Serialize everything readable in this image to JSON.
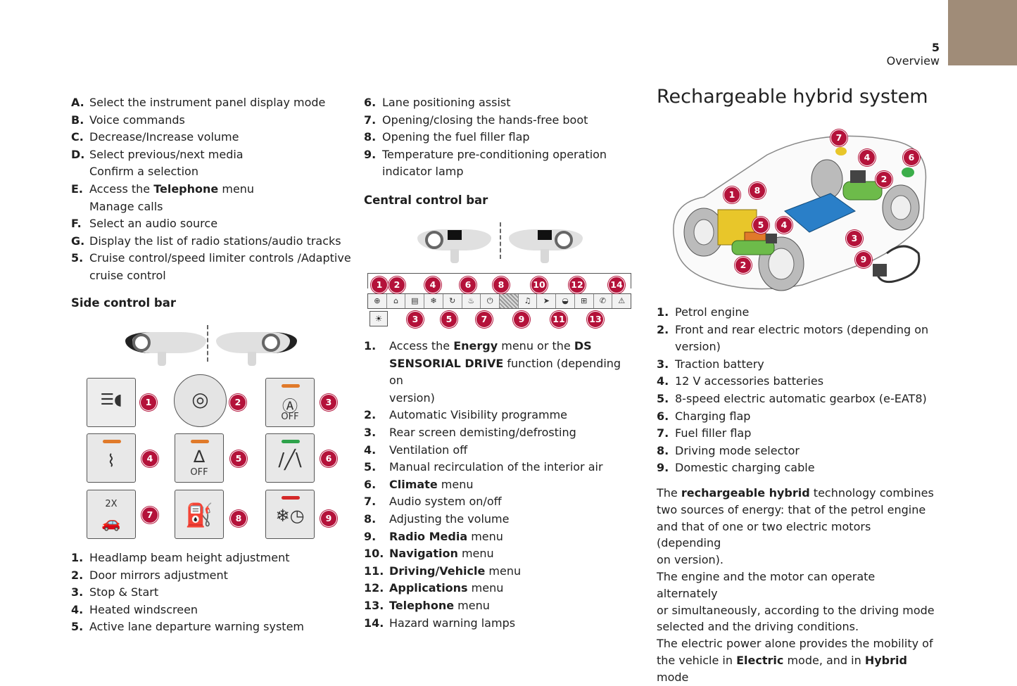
{
  "header": {
    "page_number": "5",
    "section": "Overview"
  },
  "steering_list": [
    {
      "marker": "A.",
      "text": "Select the instrument panel display mode"
    },
    {
      "marker": "B.",
      "text": "Voice commands"
    },
    {
      "marker": "C.",
      "text": "Decrease/Increase volume"
    },
    {
      "marker": "D.",
      "text": "Select previous/next media",
      "sub": "Confirm a selection"
    },
    {
      "marker": "E.",
      "pre": "Access the ",
      "bold": "Telephone",
      "post": " menu",
      "sub": "Manage calls"
    },
    {
      "marker": "F.",
      "text": "Select an audio source"
    },
    {
      "marker": "G.",
      "text": "Display the list of radio stations/audio tracks"
    },
    {
      "marker": "5.",
      "text": "Cruise control/speed limiter controls /Adaptive",
      "sub": "cruise control"
    }
  ],
  "side_bar": {
    "heading": "Side control bar",
    "buttons": [
      {
        "n": "1",
        "icon": "headlamp-adjust-icon",
        "label": ""
      },
      {
        "n": "2",
        "icon": "mirror-adjust-icon",
        "label": ""
      },
      {
        "n": "3",
        "icon": "stop-start-icon",
        "label": "OFF",
        "led": "#e07a2a"
      },
      {
        "n": "4",
        "icon": "heated-windscreen-icon",
        "label": "",
        "led": "#e07a2a"
      },
      {
        "n": "5",
        "icon": "lane-departure-icon",
        "label": "OFF",
        "led": "#e07a2a"
      },
      {
        "n": "6",
        "icon": "lane-positioning-icon",
        "label": "",
        "led": "#2ea24a"
      },
      {
        "n": "7",
        "icon": "hands-free-boot-icon",
        "label": "2X"
      },
      {
        "n": "8",
        "icon": "fuel-flap-icon",
        "label": ""
      },
      {
        "n": "9",
        "icon": "preconditioning-icon",
        "label": "",
        "led": "#d42828"
      }
    ],
    "items": [
      {
        "marker": "1.",
        "text": "Headlamp beam height adjustment"
      },
      {
        "marker": "2.",
        "text": "Door mirrors adjustment"
      },
      {
        "marker": "3.",
        "text": "Stop & Start"
      },
      {
        "marker": "4.",
        "text": "Heated windscreen"
      },
      {
        "marker": "5.",
        "text": "Active lane departure warning system"
      }
    ]
  },
  "middle_list": [
    {
      "marker": "6.",
      "text": "Lane positioning assist"
    },
    {
      "marker": "7.",
      "text": "Opening/closing the hands-free boot"
    },
    {
      "marker": "8.",
      "text": "Opening the fuel filler flap"
    },
    {
      "marker": "9.",
      "text": "Temperature pre-conditioning operation",
      "sub": "indicator lamp"
    }
  ],
  "central_bar": {
    "heading": "Central control bar",
    "top_numbers": [
      "1",
      "2",
      "4",
      "6",
      "8",
      "10",
      "12",
      "14"
    ],
    "bottom_numbers": [
      "3",
      "5",
      "7",
      "9",
      "11",
      "13"
    ],
    "items": [
      {
        "marker": "1.",
        "pre": "Access the ",
        "bold": "Energy",
        "post": " menu or the ",
        "bold2": "DS",
        "line2_bold": "SENSORIAL DRIVE",
        "line2": " function (depending on",
        "line3": "version)"
      },
      {
        "marker": "2.",
        "text": "Automatic Visibility programme"
      },
      {
        "marker": "3.",
        "text": "Rear screen demisting/defrosting"
      },
      {
        "marker": "4.",
        "text": "Ventilation off"
      },
      {
        "marker": "5.",
        "text": "Manual recirculation of the interior air"
      },
      {
        "marker": "6.",
        "bold": "Climate",
        "post": " menu"
      },
      {
        "marker": "7.",
        "text": "Audio system on/off"
      },
      {
        "marker": "8.",
        "text": "Adjusting the volume"
      },
      {
        "marker": "9.",
        "bold": "Radio Media",
        "post": " menu"
      },
      {
        "marker": "10.",
        "bold": "Navigation",
        "post": " menu"
      },
      {
        "marker": "11.",
        "bold": "Driving/Vehicle",
        "post": " menu"
      },
      {
        "marker": "12.",
        "bold": "Applications",
        "post": " menu"
      },
      {
        "marker": "13.",
        "bold": "Telephone",
        "post": " menu"
      },
      {
        "marker": "14.",
        "text": "Hazard warning lamps"
      }
    ]
  },
  "hybrid": {
    "title": "Rechargeable hybrid system",
    "callouts": [
      "7",
      "4",
      "6",
      "1",
      "8",
      "2",
      "5",
      "4",
      "3",
      "2",
      "9"
    ],
    "items": [
      {
        "marker": "1.",
        "text": "Petrol engine"
      },
      {
        "marker": "2.",
        "text": "Front and rear electric motors (depending on",
        "sub": "version)"
      },
      {
        "marker": "3.",
        "text": "Traction battery"
      },
      {
        "marker": "4.",
        "text": "12 V accessories batteries"
      },
      {
        "marker": "5.",
        "text": "8-speed electric automatic gearbox (e-EAT8)"
      },
      {
        "marker": "6.",
        "text": "Charging flap"
      },
      {
        "marker": "7.",
        "text": "Fuel filler flap"
      },
      {
        "marker": "8.",
        "text": "Driving mode selector"
      },
      {
        "marker": "9.",
        "text": "Domestic charging cable"
      }
    ],
    "para": {
      "l1_pre": "The ",
      "l1_bold": "rechargeable hybrid",
      "l1_post": " technology combines",
      "l2": "two sources of energy: that of the petrol engine",
      "l3": "and that of one or two electric motors (depending",
      "l4": "on version).",
      "l5": "The engine and the motor can operate alternately",
      "l6": "or simultaneously, according to the driving mode",
      "l7": "selected and the driving conditions.",
      "l8": "The electric power alone provides the mobility of",
      "l9_pre": "the vehicle in ",
      "l9_bold1": "Electric",
      "l9_mid": " mode, and in ",
      "l9_bold2": "Hybrid",
      "l9_post": " mode"
    }
  }
}
